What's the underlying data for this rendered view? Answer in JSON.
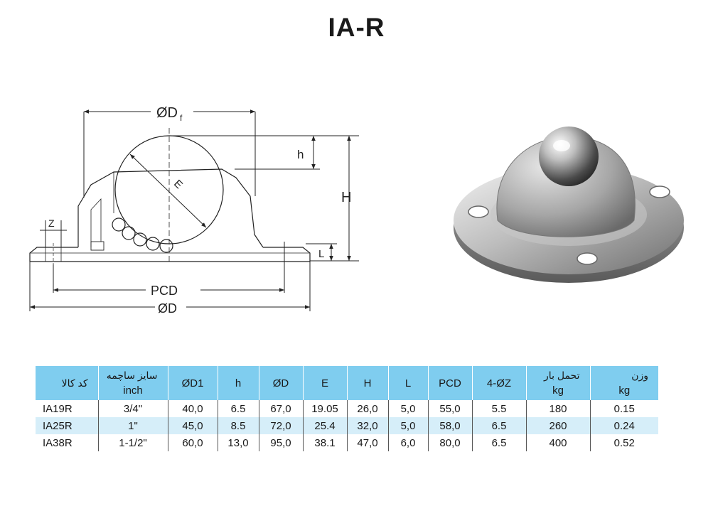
{
  "title": "IA-R",
  "drawing_labels": {
    "dia_df": "ØD",
    "dia_df_sub": "f",
    "h": "h",
    "H": "H",
    "E": "E",
    "Z": "Z",
    "L": "L",
    "PCD": "PCD",
    "dia_d": "ØD"
  },
  "colors": {
    "header_bg": "#7fcdef",
    "alt_row_bg": "#d6eef9"
  },
  "table": {
    "headers": {
      "code": "کد کالا",
      "size_fa": "سایز ساچمه",
      "size_unit": "inch",
      "d1": "ØD1",
      "h": "h",
      "d": "ØD",
      "e": "E",
      "H": "H",
      "L": "L",
      "pcd": "PCD",
      "z": "4-ØZ",
      "load_fa": "تحمل بار",
      "load_unit": "kg",
      "weight_fa": "وزن",
      "weight_unit": "kg"
    },
    "rows": [
      {
        "code": "IA19R",
        "size": "3/4\"",
        "d1": "40,0",
        "h": "6.5",
        "d": "67,0",
        "e": "19.05",
        "H": "26,0",
        "L": "5,0",
        "pcd": "55,0",
        "z": "5.5",
        "load": "180",
        "weight": "0.15"
      },
      {
        "code": "IA25R",
        "size": "1\"",
        "d1": "45,0",
        "h": "8.5",
        "d": "72,0",
        "e": "25.4",
        "H": "32,0",
        "L": "5,0",
        "pcd": "58,0",
        "z": "6.5",
        "load": "260",
        "weight": "0.24"
      },
      {
        "code": "IA38R",
        "size": "1-1/2\"",
        "d1": "60,0",
        "h": "13,0",
        "d": "95,0",
        "e": "38.1",
        "H": "47,0",
        "L": "6,0",
        "pcd": "80,0",
        "z": "6.5",
        "load": "400",
        "weight": "0.52"
      }
    ]
  }
}
